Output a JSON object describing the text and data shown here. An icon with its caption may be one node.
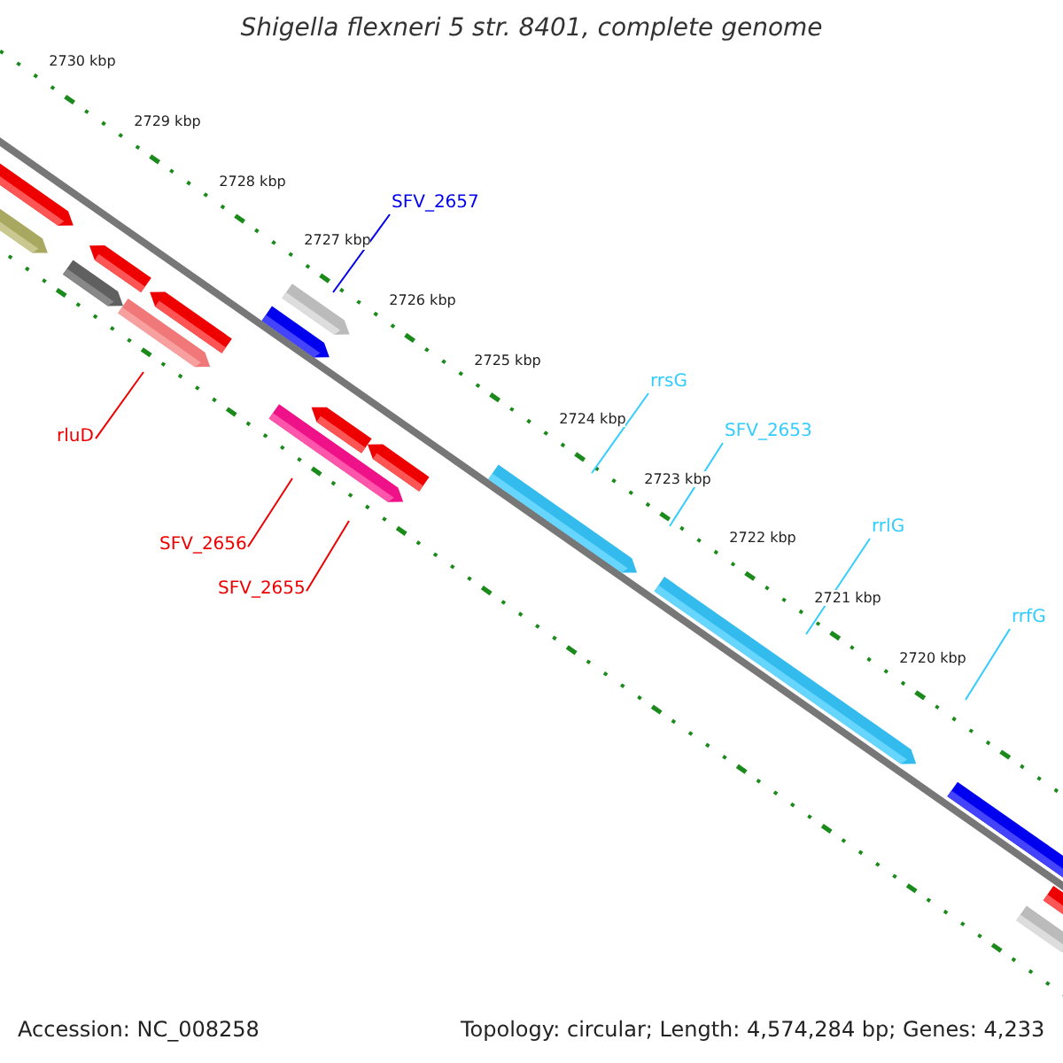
{
  "diagram": {
    "title": "Shigella flexneri 5 str. 8401, complete genome",
    "nodes": [
      {
        "text": [
          "SFV_2657"
        ]
      },
      {
        "text": [
          "rrsG"
        ]
      },
      {
        "text": [
          "SFV_2653"
        ]
      },
      {
        "text": [
          "rluD"
        ]
      },
      {
        "text": [
          "rrlG"
        ]
      },
      {
        "text": [
          "SFV_2656"
        ]
      },
      {
        "text": [
          "SFV_2655"
        ]
      },
      {
        "text": [
          "rrfG"
        ]
      }
    ],
    "edges": [
      {
        "from": 0,
        "to": null,
        "arrow": "none",
        "color": "#0000ee"
      },
      {
        "from": 1,
        "to": null,
        "arrow": "none"
      },
      {
        "from": 2,
        "to": null,
        "arrow": "none"
      },
      {
        "from": 3,
        "to": null,
        "arrow": "none",
        "color": "#ee0000"
      },
      {
        "from": 4,
        "to": null,
        "arrow": "none"
      },
      {
        "from": 5,
        "to": null,
        "arrow": "none",
        "color": "#ee0000"
      },
      {
        "from": 6,
        "to": null,
        "arrow": "none",
        "color": "#ee0000"
      },
      {
        "from": 7,
        "to": null,
        "arrow": "none"
      }
    ],
    "labels": [
      "2730 kbp",
      "2729 kbp",
      "2728 kbp",
      "2727 kbp",
      "2726 kbp",
      "2725 kbp",
      "2724 kbp",
      "2723 kbp",
      "2722 kbp",
      "2721 kbp",
      "2720 kbp",
      "Accession: NC_008258",
      "Topology: circular; Length: 4,574,284 bp; Genes: 4,233"
    ]
  }
}
